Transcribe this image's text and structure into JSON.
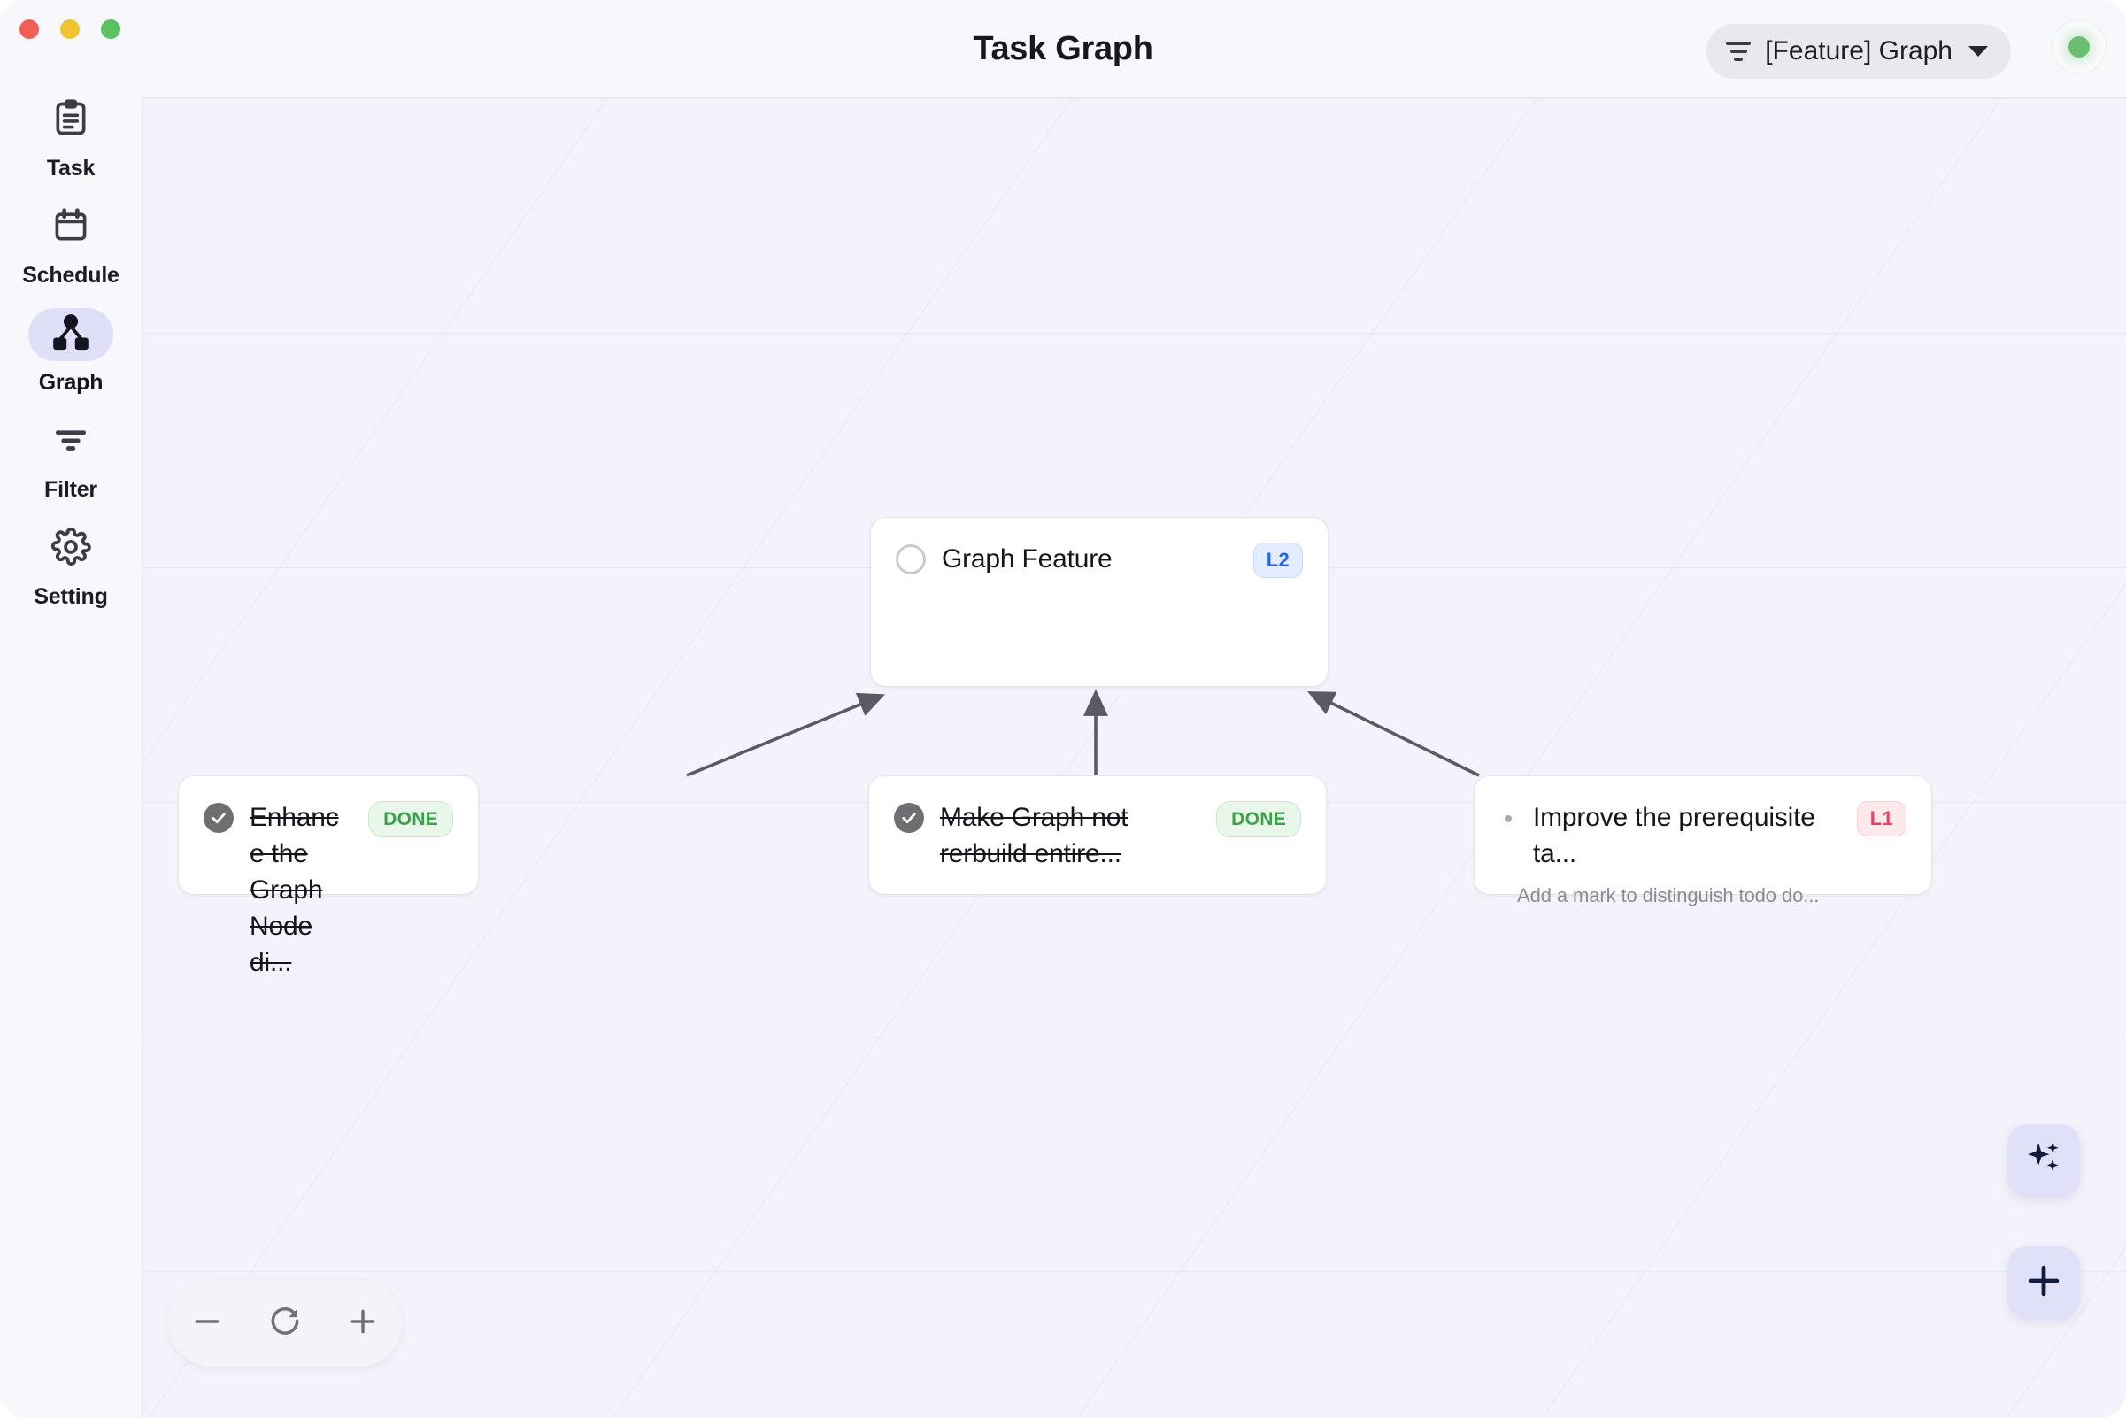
{
  "window": {
    "title": "Task Graph",
    "traffic_lights": [
      "close-button",
      "minimize-button",
      "maximize-button"
    ]
  },
  "header": {
    "filter_chip": {
      "icon": "filter-icon",
      "label": "[Feature] Graph",
      "chevron": "chevron-down-icon"
    },
    "status": {
      "name": "status-indicator",
      "color": "#6abf6f"
    }
  },
  "sidebar": {
    "items": [
      {
        "id": "task",
        "label": "Task",
        "icon": "clipboard-icon",
        "active": false
      },
      {
        "id": "schedule",
        "label": "Schedule",
        "icon": "calendar-icon",
        "active": false
      },
      {
        "id": "graph",
        "label": "Graph",
        "icon": "graph-icon",
        "active": true
      },
      {
        "id": "filter",
        "label": "Filter",
        "icon": "filter-icon",
        "active": false
      },
      {
        "id": "setting",
        "label": "Setting",
        "icon": "gear-icon",
        "active": false
      }
    ]
  },
  "graph": {
    "nodes": [
      {
        "id": "graph-feature",
        "title": "Graph Feature",
        "description": "",
        "status": "todo",
        "marker": "empty-circle",
        "badges": [
          {
            "text": "L2",
            "kind": "level-2"
          }
        ]
      },
      {
        "id": "enhance-graph-node",
        "title": "Enhance the Graph Node di...",
        "description": "",
        "status": "done",
        "marker": "check-filled",
        "badges": [
          {
            "text": "DONE",
            "kind": "done"
          }
        ]
      },
      {
        "id": "make-graph-not-rebuild",
        "title": "Make Graph not rerbuild entire...",
        "description": "",
        "status": "done",
        "marker": "check-filled",
        "badges": [
          {
            "text": "DONE",
            "kind": "done"
          }
        ]
      },
      {
        "id": "improve-prerequisite",
        "title": "Improve the prerequisite ta...",
        "description": "Add a mark to distinguish todo do...",
        "status": "todo",
        "marker": "dot",
        "badges": [
          {
            "text": "L1",
            "kind": "level-1"
          }
        ]
      }
    ],
    "edges": [
      {
        "from": "enhance-graph-node",
        "to": "graph-feature"
      },
      {
        "from": "make-graph-not-rebuild",
        "to": "graph-feature"
      },
      {
        "from": "improve-prerequisite",
        "to": "graph-feature"
      }
    ]
  },
  "zoom_controls": {
    "zoom_out": "minus-icon",
    "reset": "refresh-icon",
    "zoom_in": "plus-icon"
  },
  "fabs": [
    {
      "id": "ai-assist",
      "icon": "sparkles-icon"
    },
    {
      "id": "add-task",
      "icon": "plus-icon"
    }
  ],
  "colors": {
    "accent": "#dfdff7",
    "fab_bg": "#e0e1f8",
    "badge_level2": "#2563eb",
    "badge_level1": "#e04462",
    "badge_done": "#3ba248",
    "status_green": "#6abf6f",
    "canvas_bg": "#f4f3fb"
  }
}
